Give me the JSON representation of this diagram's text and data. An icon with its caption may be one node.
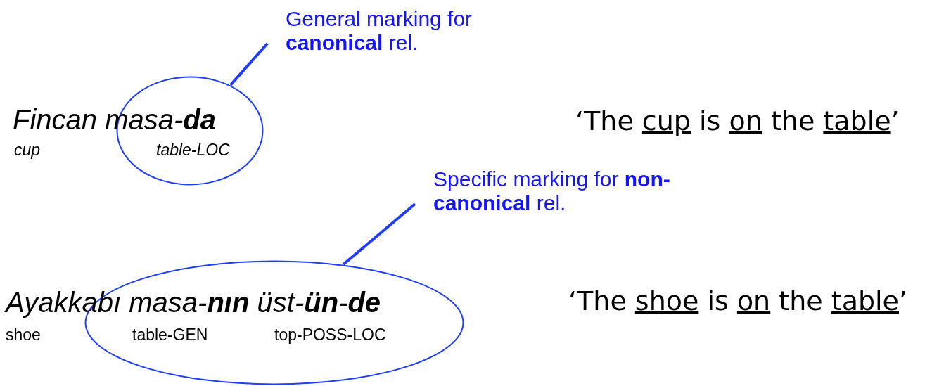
{
  "diagram": {
    "nodes": [
      {
        "text": [
          "General marking for **canonical** rel."
        ]
      },
      {
        "text": [],
        "shape": "ellipse"
      },
      {
        "text": [
          "Specific marking for **non-canonical** rel."
        ]
      },
      {
        "text": [],
        "shape": "ellipse"
      }
    ],
    "edges": [
      {
        "from": 0,
        "to": 1,
        "arrow": "none"
      },
      {
        "from": 2,
        "to": 3,
        "arrow": "none"
      }
    ],
    "labels": [
      "Fincan masa-**da**",
      "‘The cup is on the table’",
      "cup",
      "table-LOC",
      "Ayakkabı masa-**nın** üst-**ün**-**de**",
      "‘The shoe is on the table’",
      "shoe",
      "table-GEN",
      "top-POSS-LOC"
    ]
  }
}
